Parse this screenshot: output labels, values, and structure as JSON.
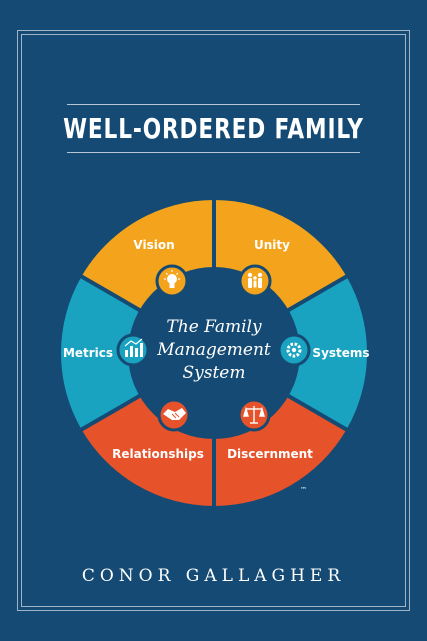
{
  "cover": {
    "title": "WELL-ORDERED FAMILY",
    "author": "CONOR GALLAGHER",
    "trademark": "™",
    "center_lines": [
      "The Family",
      "Management",
      "System"
    ]
  },
  "segments": [
    {
      "label": "Vision",
      "icon": "lightbulb-icon",
      "color": "#f4a41c"
    },
    {
      "label": "Unity",
      "icon": "family-icon",
      "color": "#f4a41c"
    },
    {
      "label": "Systems",
      "icon": "gear-icon",
      "color": "#1aa3c0"
    },
    {
      "label": "Discernment",
      "icon": "scales-icon",
      "color": "#e6522a"
    },
    {
      "label": "Relationships",
      "icon": "handshake-icon",
      "color": "#e6522a"
    },
    {
      "label": "Metrics",
      "icon": "bar-chart-icon",
      "color": "#1aa3c0"
    }
  ],
  "colors": {
    "background": "#144a73",
    "hub": "#144a73",
    "text": "#ffffff"
  }
}
